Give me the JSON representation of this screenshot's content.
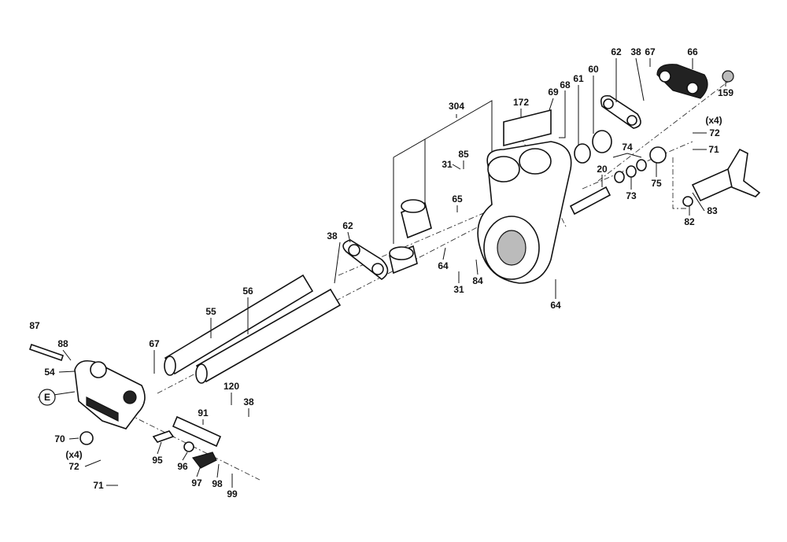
{
  "diagram": {
    "title": "Exploded parts diagram",
    "labels": [
      "304",
      "172",
      "69",
      "68",
      "61",
      "60",
      "62",
      "38",
      "67",
      "66",
      "159",
      "(x4)",
      "72",
      "71",
      "74",
      "20",
      "73",
      "75",
      "83",
      "82",
      "31",
      "85",
      "65",
      "62",
      "38",
      "64",
      "31",
      "84",
      "64",
      "55",
      "56",
      "87",
      "88",
      "54",
      "E",
      "67",
      "120",
      "38",
      "91",
      "70",
      "(x4)",
      "72",
      "71",
      "95",
      "96",
      "97",
      "98",
      "99"
    ]
  }
}
